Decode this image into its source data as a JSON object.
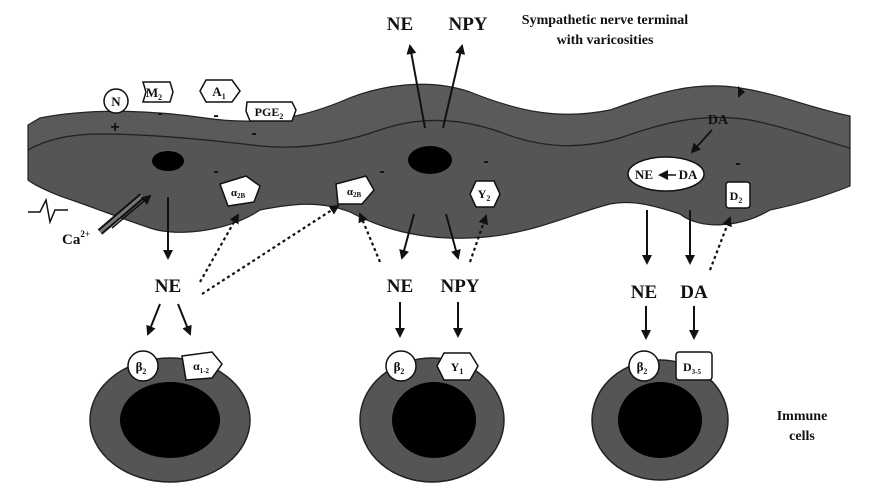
{
  "nerve_terminal_label": {
    "line1": "Sympathetic nerve terminal",
    "line2": "with varicosities"
  },
  "immune_label": {
    "line1": "Immune",
    "line2": "cells"
  },
  "top_release": {
    "ne": "NE",
    "npy": "NPY"
  },
  "receptors_presynaptic": {
    "n": "N",
    "m2": "M",
    "m2_sub": "2",
    "a1": "A",
    "a1_sub": "1",
    "pge2": "PGE",
    "pge2_sub": "2",
    "alpha2b_left": "α",
    "alpha2b_left_sub": "2B",
    "alpha2b_mid": "α",
    "alpha2b_mid_sub": "2B",
    "y2": "Y",
    "y2_sub": "2",
    "d2": "D",
    "d2_sub": "2"
  },
  "calcium": {
    "label": "Ca",
    "sup": "2+"
  },
  "dopamine": {
    "da_top": "DA",
    "vesicle_ne": "NE",
    "vesicle_da": "DA"
  },
  "released": {
    "left_ne": "NE",
    "mid_ne": "NE",
    "mid_npy": "NPY",
    "right_ne": "NE",
    "right_da": "DA"
  },
  "immune_receptors": {
    "left_beta": "β",
    "left_beta_sub": "2",
    "left_alpha": "α",
    "left_alpha_sub": "1-2",
    "mid_beta": "β",
    "mid_beta_sub": "2",
    "mid_y1": "Y",
    "mid_y1_sub": "1",
    "right_beta": "β",
    "right_beta_sub": "2",
    "right_d35": "D",
    "right_d35_sub": "3-5"
  },
  "signs": {
    "plus": "+",
    "minus": "-"
  }
}
